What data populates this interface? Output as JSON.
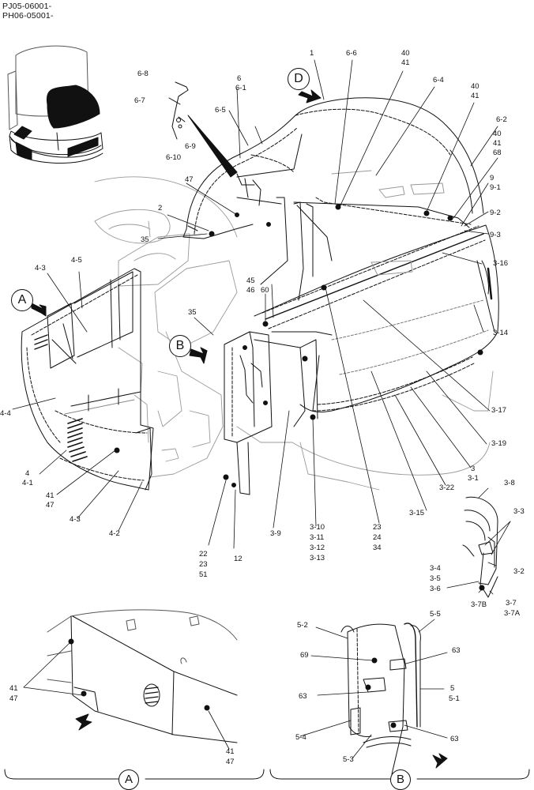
{
  "header": {
    "line1": "PJ05-06001-",
    "line2": "PH06-05001-"
  },
  "views": {
    "a": "A",
    "b": "B",
    "d": "D"
  },
  "callouts": {
    "c1": "1",
    "c6_6": "6-6",
    "c40a": "40",
    "c41a": "41",
    "c6_8": "6-8",
    "c6": "6",
    "c6_1": "6-1",
    "c6_4": "6-4",
    "c40b": "40",
    "c41b": "41",
    "c6_7": "6-7",
    "c6_5": "6-5",
    "c6_2": "6-2",
    "c6_9": "6-9",
    "c40c": "40",
    "c41c": "41",
    "c6_10": "6-10",
    "c68": "68",
    "c47a": "47",
    "c9": "9",
    "c9_1": "9-1",
    "c2": "2",
    "c9_2": "9-2",
    "c35a": "35",
    "c9_3": "9-3",
    "c4_5": "4-5",
    "c4_3a": "4-3",
    "c3_16": "3-16",
    "c45": "45",
    "c46": "46",
    "c60": "60",
    "c35b": "35",
    "c3_14": "3-14",
    "c4_4": "4-4",
    "c3_17": "3-17",
    "c3_19": "3-19",
    "c4": "4",
    "c4_1": "4-1",
    "c41d": "41",
    "c47b": "47",
    "c3": "3",
    "c3_1": "3-1",
    "c3_8": "3-8",
    "c3_22": "3-22",
    "c4_3b": "4-3",
    "c3_15": "3-15",
    "c3_3": "3-3",
    "c4_2": "4-2",
    "c3_9": "3-9",
    "c3_10": "3-10",
    "c23a": "23",
    "c3_11": "3-11",
    "c24": "24",
    "c3_12": "3-12",
    "c34": "34",
    "c3_13": "3-13",
    "c3_4": "3-4",
    "c3_2": "3-2",
    "c22": "22",
    "c3_5": "3-5",
    "c23b": "23",
    "c12": "12",
    "c3_6": "3-6",
    "c51": "51",
    "c3_7b": "3-7B",
    "c3_7": "3-7",
    "c3_7a": "3-7A",
    "c5_5": "5-5",
    "c5_2": "5-2",
    "c63a": "63",
    "c69": "69",
    "c5": "5",
    "c5_1": "5-1",
    "c63b": "63",
    "c41e": "41",
    "c47c": "47",
    "c5_4": "5-4",
    "c63c": "63",
    "c41f": "41",
    "c47d": "47",
    "c5_3": "5-3"
  }
}
